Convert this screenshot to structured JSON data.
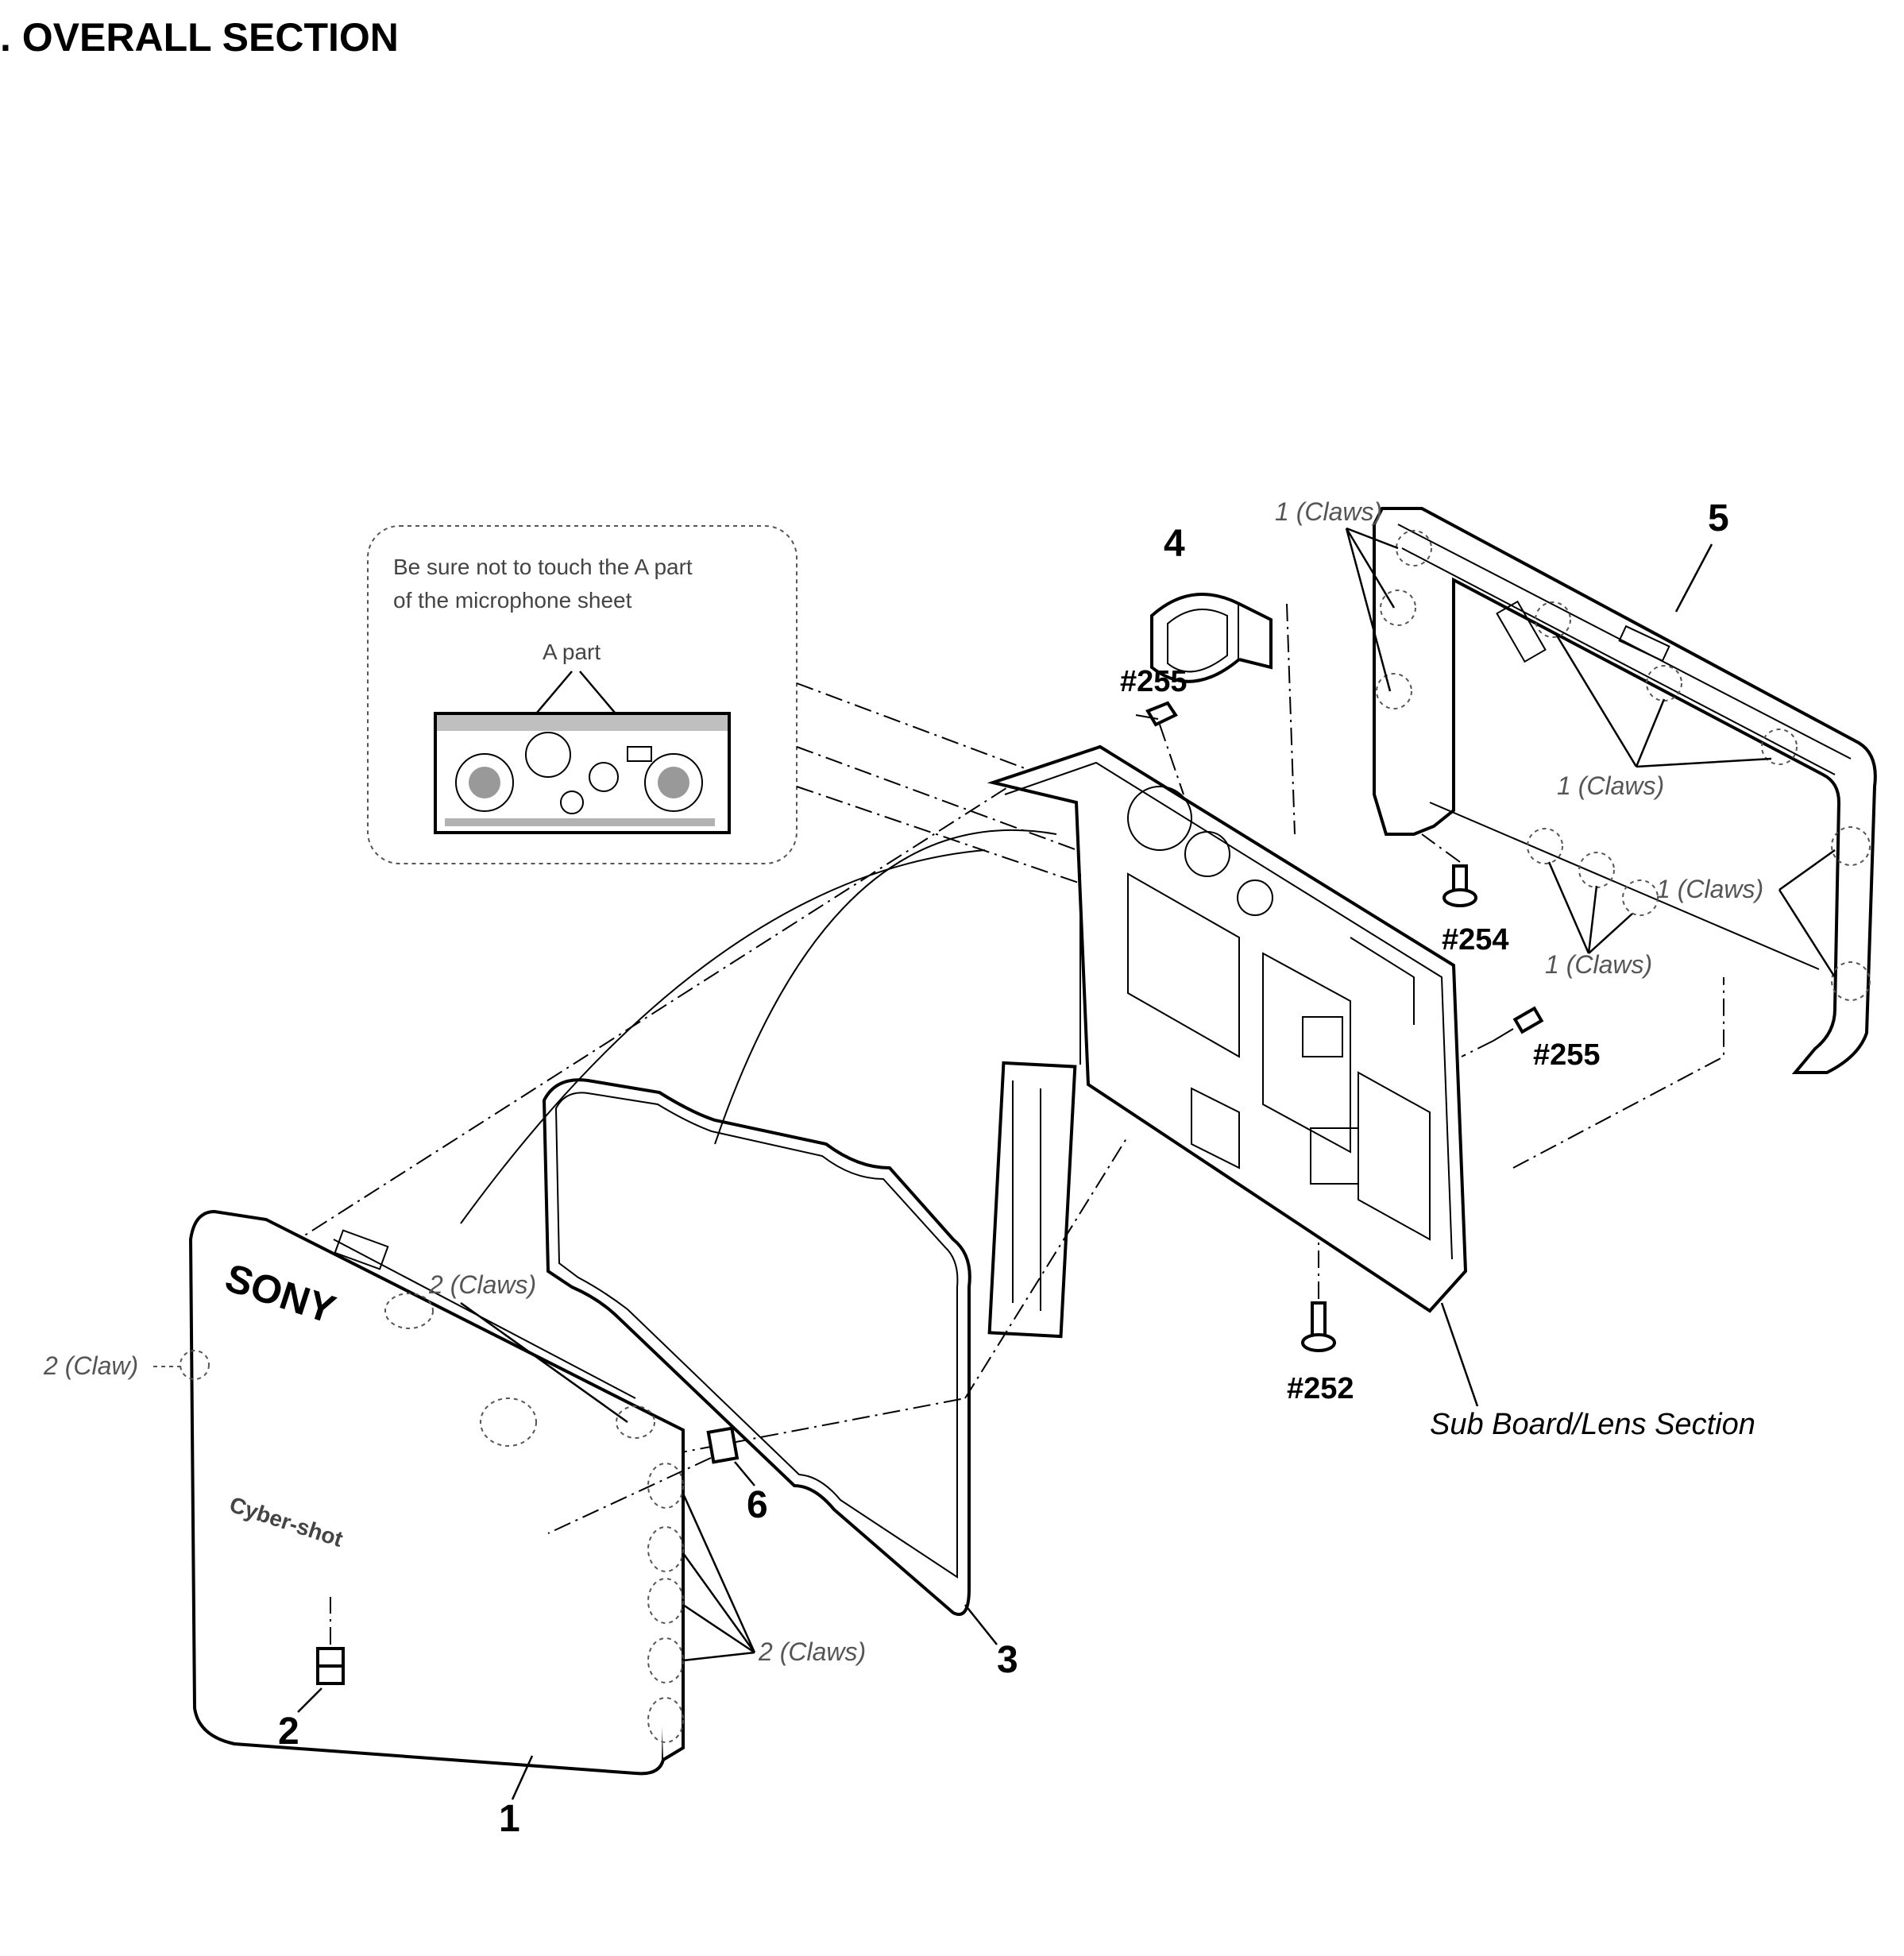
{
  "title": ". OVERALL SECTION",
  "callout": {
    "line1": "Be sure not to touch the A part",
    "line2": "of the microphone sheet",
    "a_part": "A part"
  },
  "parts": {
    "p1": "1",
    "p2": "2",
    "p3": "3",
    "p4": "4",
    "p5": "5",
    "p6": "6"
  },
  "screws": {
    "s255_top": "#255",
    "s255_right": "#255",
    "s254": "#254",
    "s252": "#252"
  },
  "claws": {
    "c1_top": "1 (Claws)",
    "c1_right_top": "1 (Claws)",
    "c1_right": "1 (Claws)",
    "c1_bottom": "1 (Claws)",
    "c2_panel_top": "2 (Claws)",
    "c2_side": "2 (Claw)",
    "c2_bottom": "2 (Claws)"
  },
  "section_label": "Sub Board/Lens Section",
  "logos": {
    "brand": "SONY",
    "model": "Cyber-shot"
  }
}
